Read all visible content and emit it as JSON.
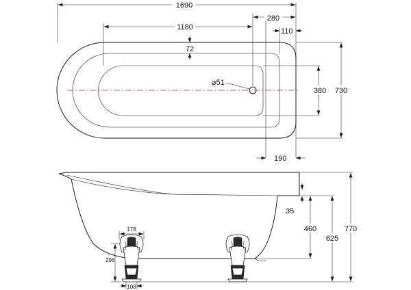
{
  "plan_view": {
    "overall_length": "1690",
    "inner_length": "1180",
    "end_offset": "280",
    "rim_offset": "110",
    "rim_width": "72",
    "waste_diameter": "⌀51",
    "inner_width": "380",
    "overall_width": "730",
    "waste_to_end": "190"
  },
  "side_view": {
    "rim_height": "35",
    "floor_height": "460",
    "base_height": "625",
    "overall_height": "770",
    "foot_width": "178",
    "foot_height": "296",
    "foot_base": "108"
  }
}
